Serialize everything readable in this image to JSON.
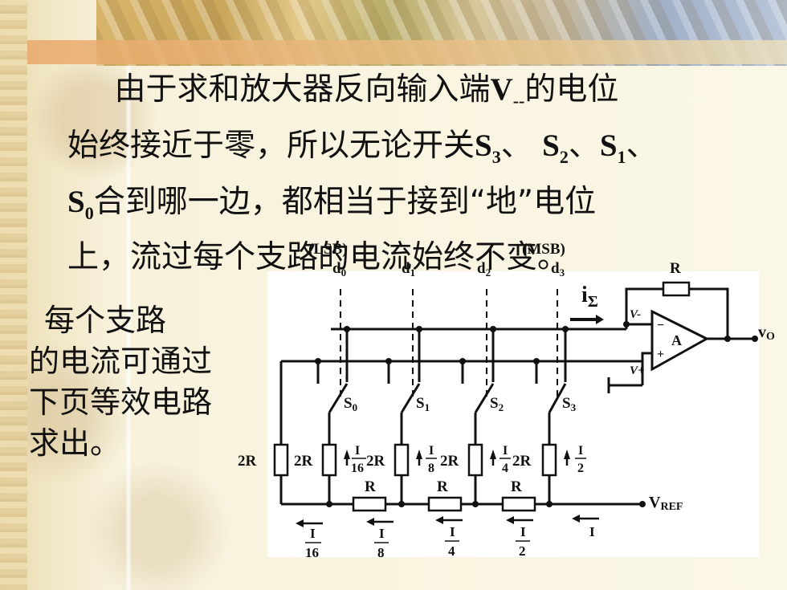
{
  "paragraph": {
    "line1_pre": "由于求和放大器反向输入端",
    "line1_sym": "V",
    "line1_sub": "--",
    "line1_post": "的电位",
    "line2_pre": "始终接近于零，所以无论开关",
    "line2_s3": "S",
    "line2_s3_sub": "3",
    "line2_sep1": "、 ",
    "line2_s2": "S",
    "line2_s2_sub": "2",
    "line2_sep2": "、",
    "line2_s1": "S",
    "line2_s1_sub": "1",
    "line2_sep3": "、",
    "line3_s0": "S",
    "line3_s0_sub": "0",
    "line3_post": "合到哪一边，都相当于接到“地”电位",
    "line4": "上，流过每个支路的电流始终不变。"
  },
  "side_note": {
    "line1": "每个支路",
    "line2": "的电流可通过",
    "line3": "下页等效电路",
    "line4": "求出。"
  },
  "circuit": {
    "lsb": "(LSB)",
    "msb": "(MSB)",
    "d_labels": [
      {
        "base": "d",
        "sub": "0"
      },
      {
        "base": "d",
        "sub": "1"
      },
      {
        "base": "d",
        "sub": "2"
      },
      {
        "base": "d",
        "sub": "3"
      }
    ],
    "feedback_r": "R",
    "i_sigma": "i",
    "i_sigma_sub": "Σ",
    "v_minus": "V-",
    "v_plus": "V+",
    "amp": "A",
    "minus_sign": "−",
    "plus_sign": "+",
    "vo": "v",
    "vo_sub": "O",
    "switches": [
      {
        "base": "S",
        "sub": "0"
      },
      {
        "base": "S",
        "sub": "1"
      },
      {
        "base": "S",
        "sub": "2"
      },
      {
        "base": "S",
        "sub": "3"
      }
    ],
    "r2_labels": [
      "2R",
      "2R",
      "2R",
      "2R",
      "2R"
    ],
    "branch_currents": [
      {
        "num": "I",
        "den": "16"
      },
      {
        "num": "I",
        "den": "8"
      },
      {
        "num": "I",
        "den": "4"
      },
      {
        "num": "I",
        "den": "2"
      }
    ],
    "ladder_r": [
      "R",
      "R",
      "R"
    ],
    "vref": "V",
    "vref_sub": "REF",
    "ladder_currents": [
      {
        "num": "I",
        "den": "16"
      },
      {
        "num": "I",
        "den": "8"
      },
      {
        "num": "I",
        "den": "4"
      },
      {
        "num": "I",
        "den": "2"
      }
    ],
    "total_current": "I",
    "colors": {
      "panel": "#ffffff",
      "ink": "#111111"
    }
  }
}
